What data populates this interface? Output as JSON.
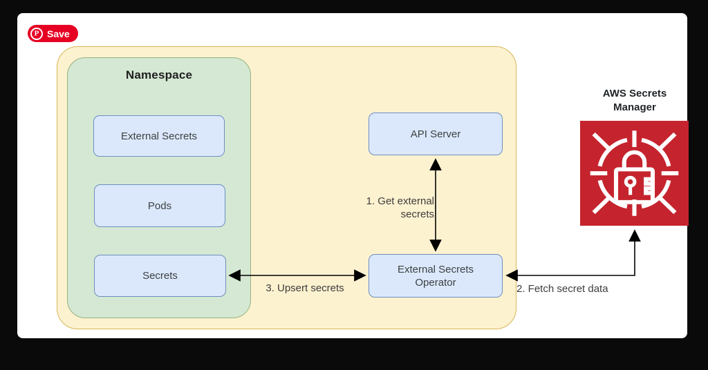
{
  "pinterest": {
    "save_label": "Save",
    "glyph": "P",
    "brand_color": "#e60023"
  },
  "diagram": {
    "namespace_title": "Namespace",
    "nodes": {
      "external_secrets": "External Secrets",
      "pods": "Pods",
      "secrets": "Secrets",
      "api_server": "API Server",
      "operator": "External Secrets\nOperator"
    },
    "edge_labels": {
      "step1": "1. Get external\nsecrets",
      "step2": "2. Fetch secret data",
      "step3": "3. Upsert secrets"
    },
    "aws_title": "AWS Secrets\nManager",
    "colors": {
      "cluster_fill": "#fdf2d0",
      "cluster_border": "#d6b656",
      "namespace_fill": "#d5e8d4",
      "namespace_border": "#96b27c",
      "node_fill": "#dbe8fb",
      "node_border": "#6c8ebf",
      "aws_red": "#c5242e",
      "arrow": "#000000"
    }
  }
}
